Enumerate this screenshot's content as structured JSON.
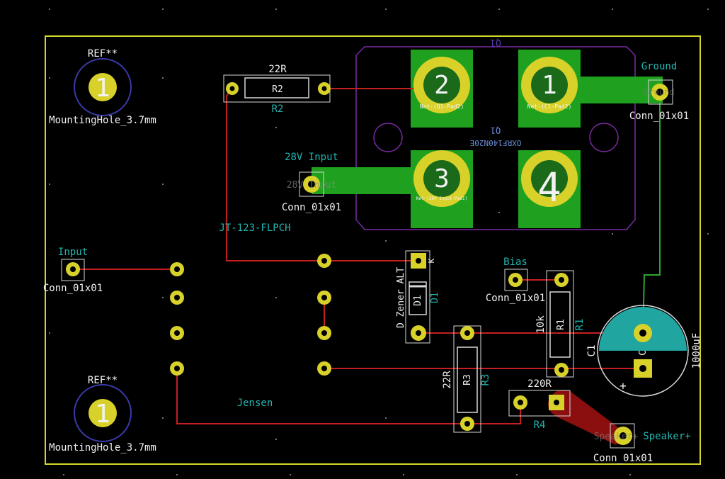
{
  "colors": {
    "background": "#000000",
    "board_edge": "#d6d62a",
    "silkscreen": "#f2f2f2",
    "fab_text": "#21b5b0",
    "copper_front": "#1fa11f",
    "copper_back": "#8b0f0f",
    "trace_red": "#c42020",
    "trace_green": "#2fa52f",
    "pad": "#d8d12a",
    "hole_ring": "#3a3aa8",
    "courtyard": "#7a2aa0"
  },
  "mounting_holes": [
    {
      "ref": "REF**",
      "pad": "1",
      "value": "MountingHole_3.7mm"
    },
    {
      "ref": "REF**",
      "pad": "1",
      "value": "MountingHole_3.7mm"
    }
  ],
  "transistor_q1": {
    "ref": "Q1",
    "ref_mirrored": "Q1",
    "value_mirrored": "OXRF140N20E",
    "pads": [
      "1",
      "2",
      "3",
      "4"
    ],
    "net_labels": [
      "Net-(Q1-Pad2)",
      "Net-(C1-Pad2)",
      "Net-(28V Input-Pad1)"
    ]
  },
  "connectors": {
    "ground": {
      "ref": "Ground",
      "value": "Conn_01x01",
      "pad_text": "Ground"
    },
    "input_28v": {
      "ref": "28V Input",
      "value": "Conn_01x01",
      "pad_text": "28V Input"
    },
    "input": {
      "ref": "Input",
      "value": "Conn_01x01"
    },
    "bias": {
      "ref": "Bias",
      "value": "Conn_01x01"
    },
    "speaker": {
      "ref": "Speaker+",
      "value": "Conn_01x01",
      "pad_text": "Speaker+"
    }
  },
  "resistors": {
    "r2": {
      "value": "22R",
      "ref": "R2",
      "body_label": "R2"
    },
    "r1": {
      "value": "10k",
      "ref": "R1",
      "body_label": "R1"
    },
    "r3": {
      "value": "22R",
      "ref": "R3",
      "body_label": "R3"
    },
    "r4": {
      "value": "220R",
      "ref": "R4"
    }
  },
  "diode": {
    "value": "D_Zener_ALT",
    "ref": "D1",
    "body_label": "D1",
    "pin_label": "K"
  },
  "capacitor": {
    "ref": "C1",
    "value": "1000uF",
    "body_label": "C",
    "polarity": "+"
  },
  "board_text": {
    "footprint": "JT-123-FLPCH",
    "name": "Jensen"
  }
}
